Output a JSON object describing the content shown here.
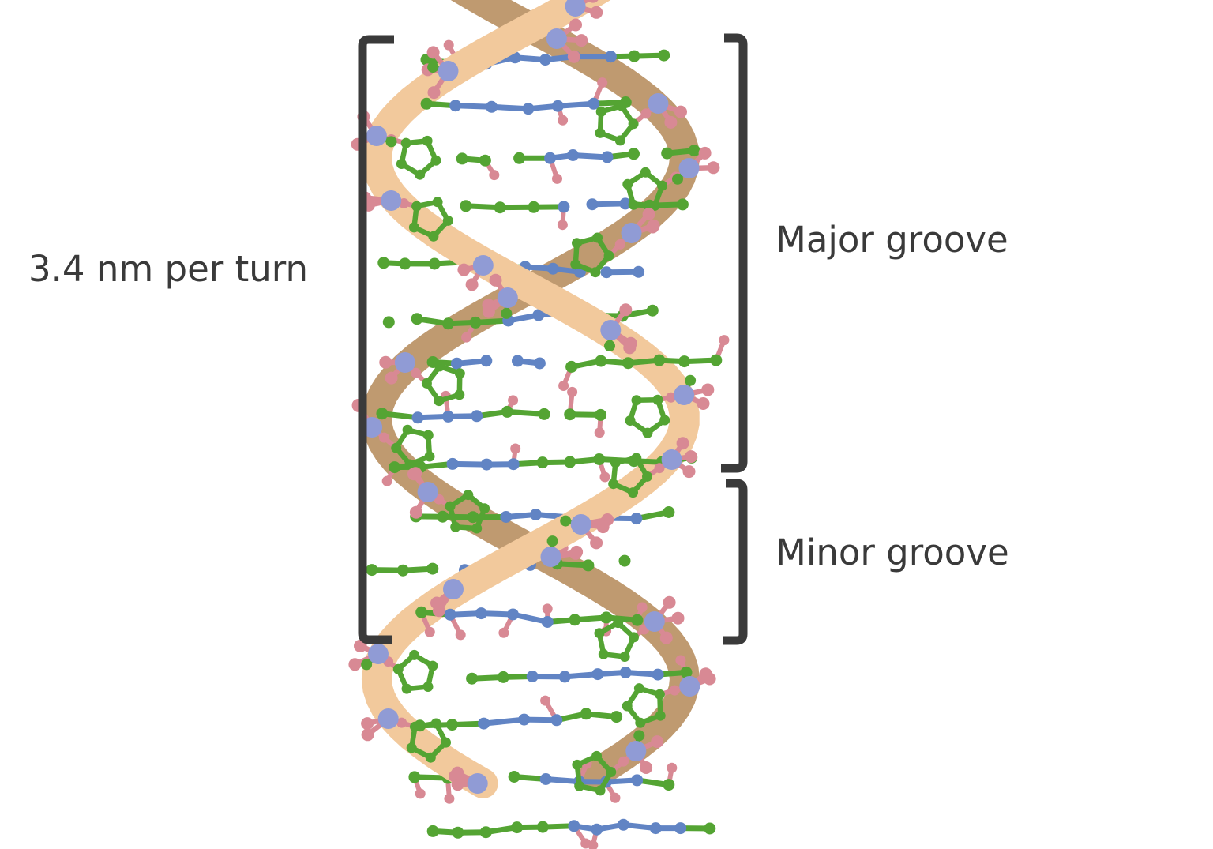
{
  "labels": {
    "turn_length": "3.4 nm per turn",
    "major_groove": "Major groove",
    "minor_groove": "Minor groove"
  },
  "colors": {
    "background": "#ffffff",
    "text": "#3a3a3a",
    "bracket": "#3a3a3a",
    "strand_front": "#f2c99c",
    "strand_back": "#bf9a70",
    "base_green": "#54a433",
    "base_blue": "#6184c4",
    "accent_pink": "#d88994",
    "phosphate_purple": "#909bd5"
  }
}
